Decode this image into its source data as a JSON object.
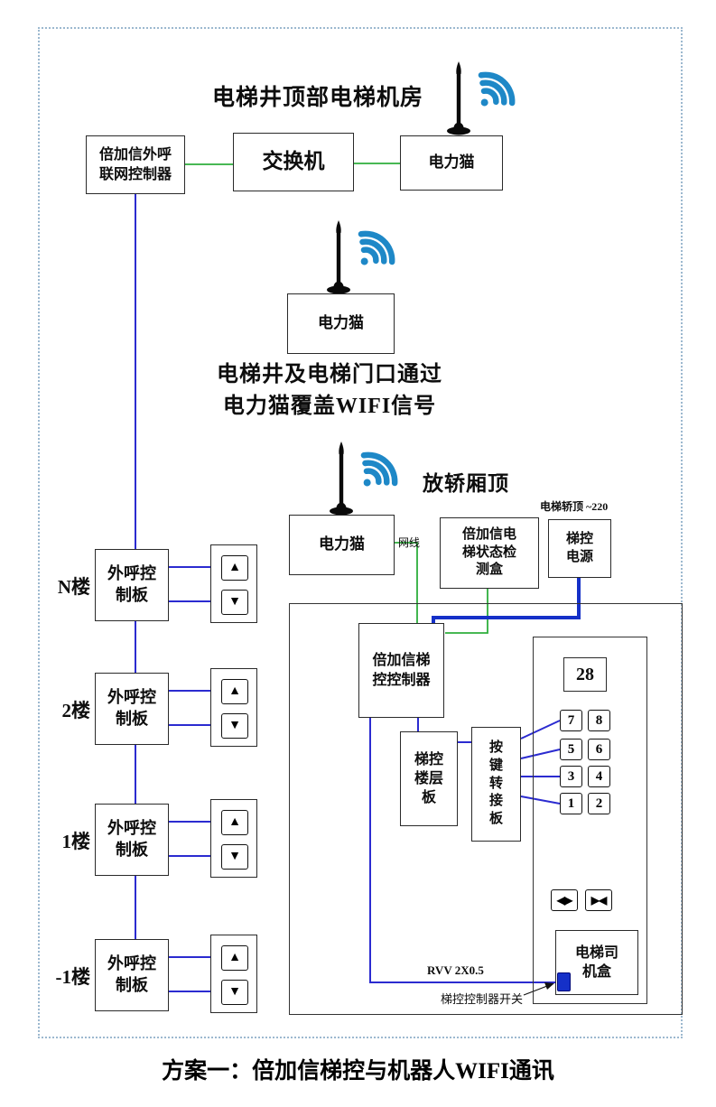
{
  "colors": {
    "line_blue": "#2b2bd0",
    "line_green": "#2eae3c",
    "thick_blue": "#1530c8",
    "wifi_blue": "#1e88c7",
    "frame_dot": "#9cb8cf",
    "switch_fill": "#1530c8"
  },
  "machine_room": {
    "title": "电梯井顶部电梯机房",
    "outcall_box": "倍加信外呼\n联网控制器",
    "switch_box": "交换机",
    "modem_box": "电力猫"
  },
  "shaft": {
    "modem_box": "电力猫",
    "caption": "电梯井及电梯门口通过\n电力猫覆盖WIFI信号"
  },
  "cab": {
    "label": "放轿厢顶",
    "power_note": "电梯轿顶 ~220",
    "modem_box": "电力猫",
    "cable_label": "网线",
    "status_box": "倍加信电\n梯状态检\n测盒",
    "power_box": "梯控\n电源",
    "controller_box": "倍加信梯\n控控制器",
    "floor_board_box": "梯控\n楼层\n板",
    "key_adapter_box": "按\n键\n转\n接\n板",
    "display": "28",
    "buttons": [
      "7",
      "8",
      "5",
      "6",
      "3",
      "4",
      "1",
      "2"
    ],
    "door_open_icon": "◀▶",
    "door_close_icon": "▶◀",
    "driver_box": "电梯司\n机盒",
    "cable_spec": "RVV 2X0.5",
    "switch_label": "梯控控制器开关"
  },
  "floors": [
    {
      "label": "N楼",
      "board": "外呼控\n制板"
    },
    {
      "label": "2楼",
      "board": "外呼控\n制板"
    },
    {
      "label": "1楼",
      "board": "外呼控\n制板"
    },
    {
      "label": "-1楼",
      "board": "外呼控\n制板"
    }
  ],
  "icons": {
    "up_arrow": "▲",
    "down_arrow": "▼",
    "wifi_antenna": "wifi-antenna-icon"
  },
  "caption": "方案一：倍加信梯控与机器人WIFI通讯"
}
